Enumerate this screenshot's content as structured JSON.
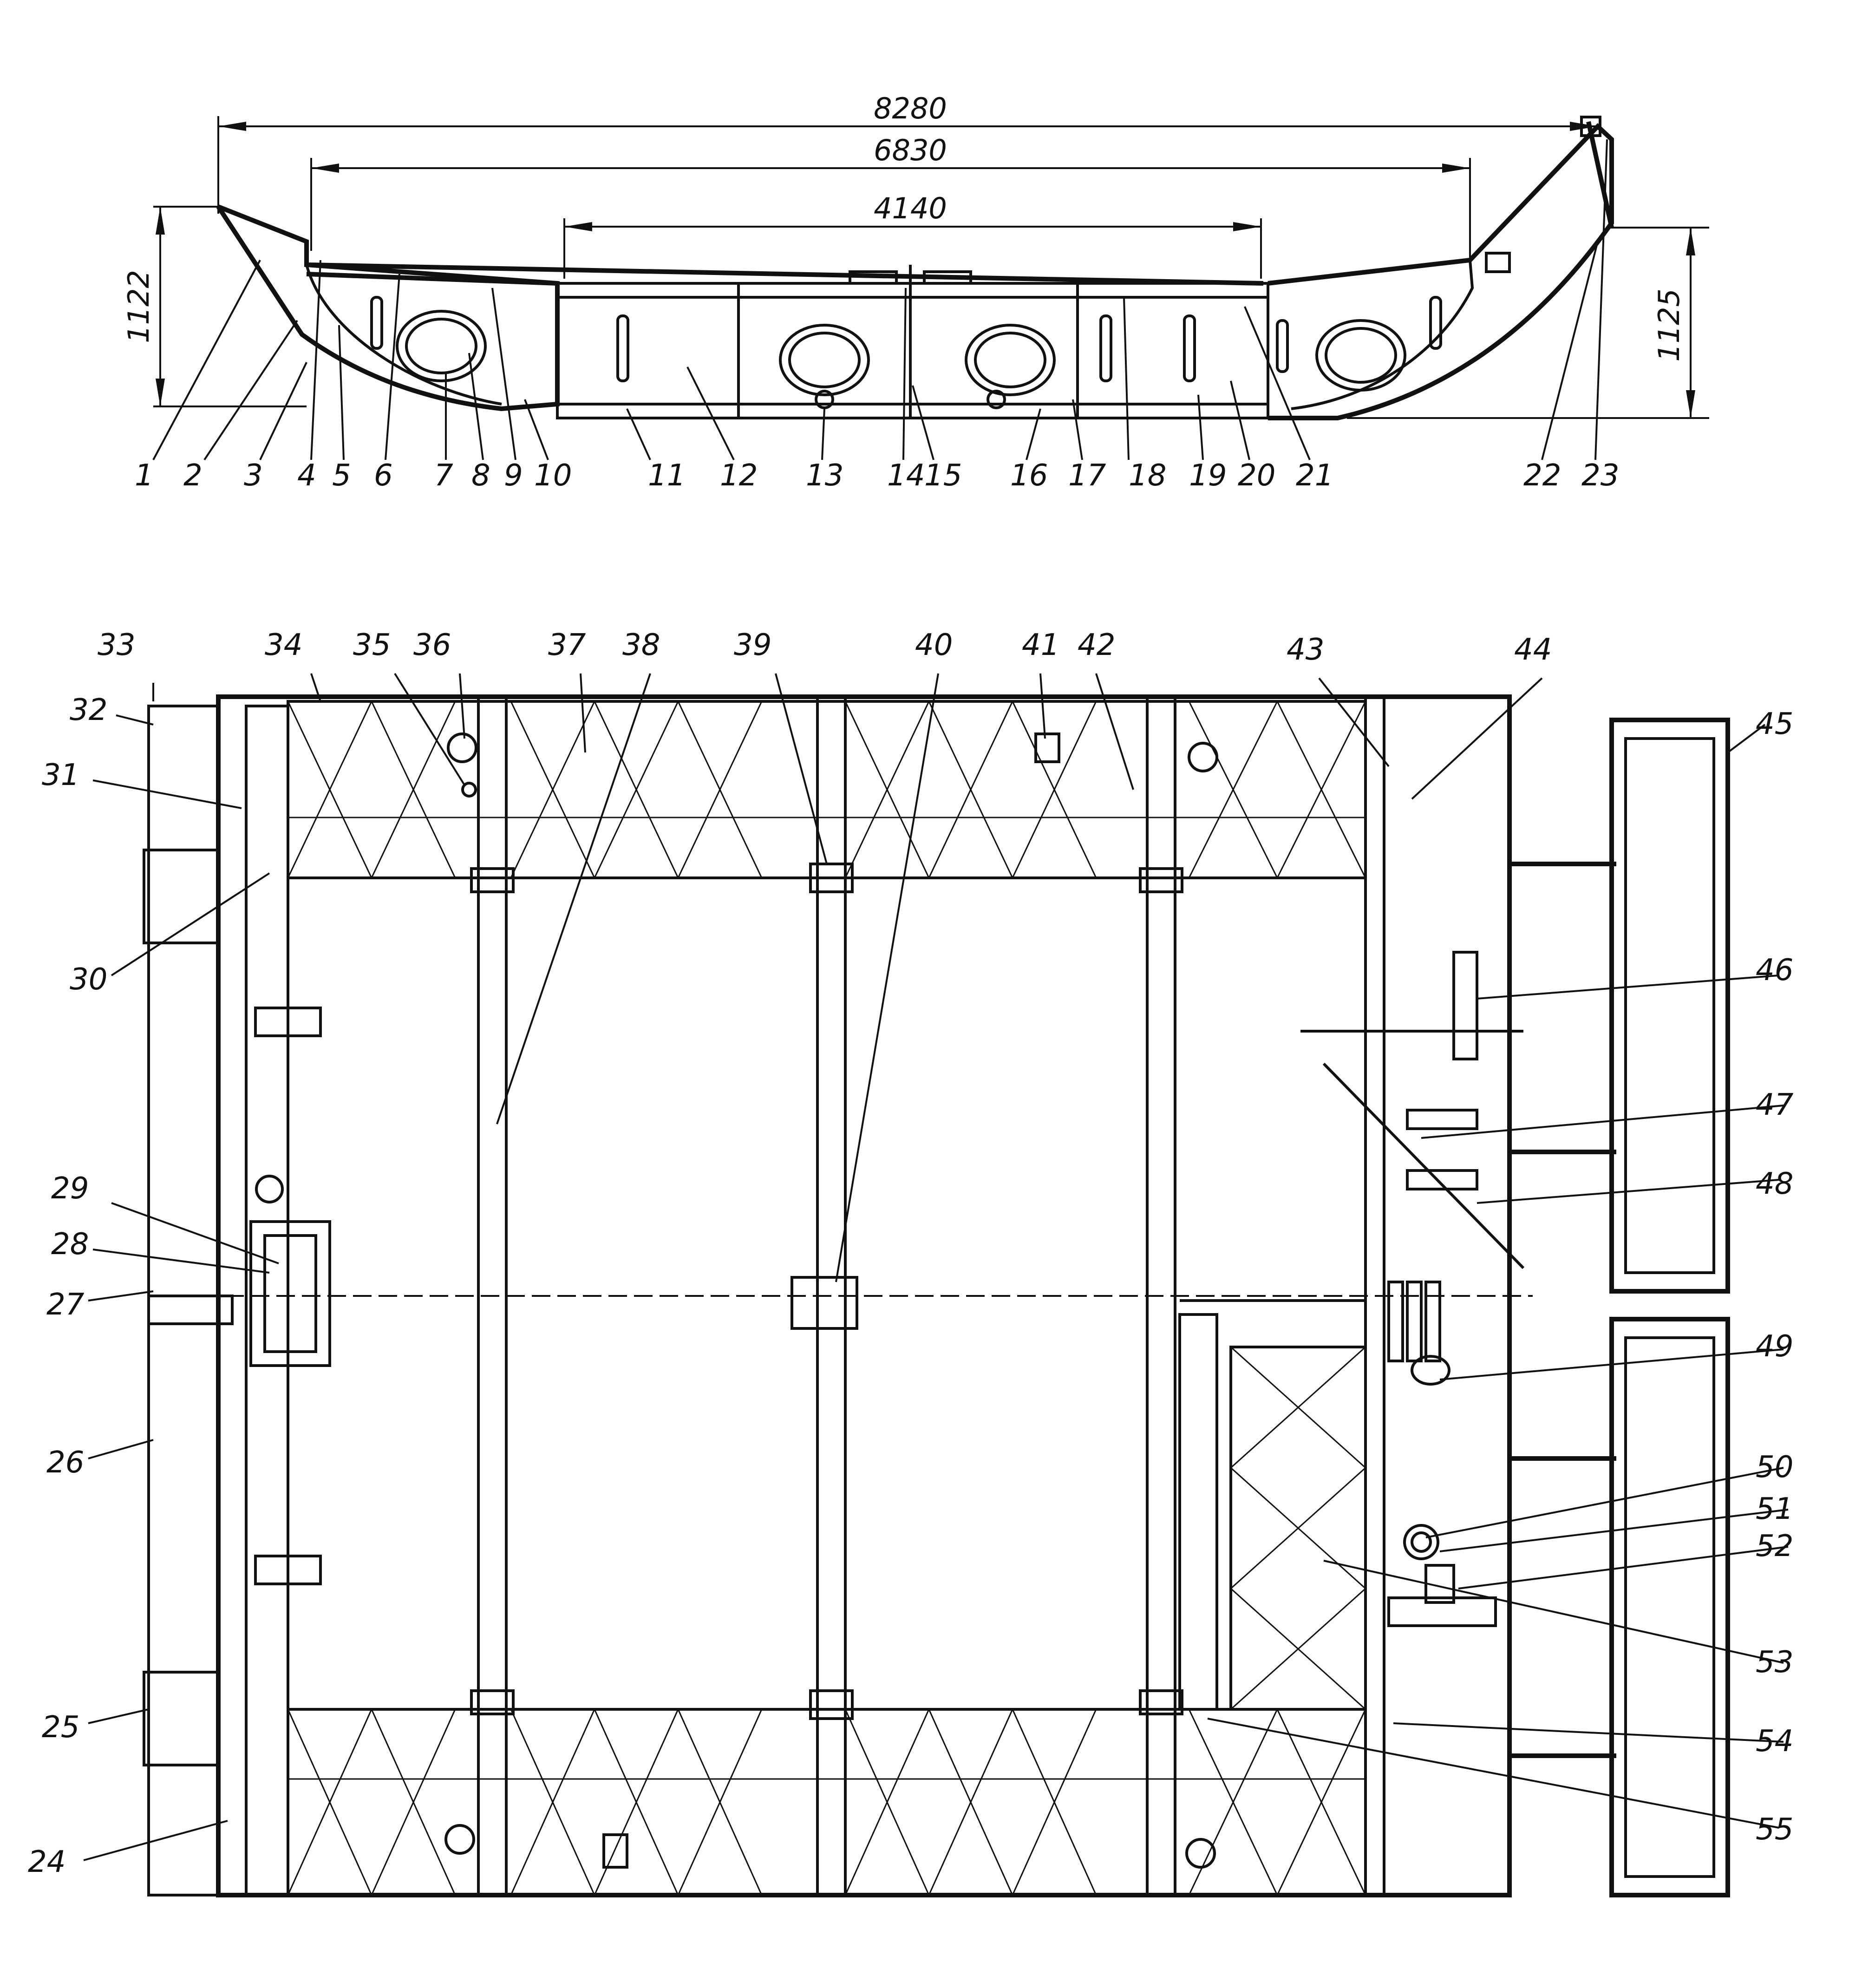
{
  "dimensions": {
    "overall_length": "8280",
    "middle_length": "6830",
    "inner_length": "4140",
    "left_height": "1122",
    "right_height": "1125"
  },
  "callouts": [
    "1",
    "2",
    "3",
    "4",
    "5",
    "6",
    "7",
    "8",
    "9",
    "10",
    "11",
    "12",
    "13",
    "14",
    "15",
    "16",
    "17",
    "18",
    "19",
    "20",
    "21",
    "22",
    "23",
    "24",
    "25",
    "26",
    "27",
    "28",
    "29",
    "30",
    "31",
    "32",
    "33",
    "34",
    "35",
    "36",
    "37",
    "38",
    "39",
    "40",
    "41",
    "42",
    "43",
    "44",
    "45",
    "46",
    "47",
    "48",
    "49",
    "50",
    "51",
    "52",
    "53",
    "54",
    "55"
  ]
}
